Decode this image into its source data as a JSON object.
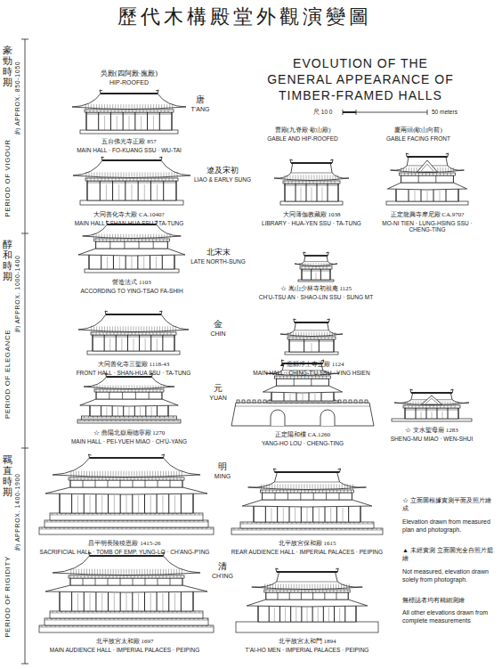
{
  "diagram": {
    "title": "歷代木構殿堂外觀演變圖",
    "labels": [
      "EVOLUTION OF THE GENERAL APPEARANCE OF TIMBER-FRAMED HALLS",
      "吳殿(四阿殿·廡殿)",
      "HIP-ROOFED",
      "唐",
      "T'ANG",
      "五台佛光寺正殿 857",
      "MAIN HALL · FO-KUANG SSU · WU-TAI",
      "曹殿(九脊殿·歇山殿)",
      "GABLE AND HIP-ROOFED",
      "廈兩頭(歇山向前)",
      "GABLE FACING FRONT",
      "尺 10 0",
      "50 meters",
      "遼及宋初",
      "LIAO & EARLY SUNG",
      "大同善化寺大殿 CA.1040?",
      "MAIN HALL · SHAN-HUA SSU · TA-TUNG",
      "大同薄伽教藏殿 1038",
      "LIBRARY · HUA-YEN SSU · TA-TUNG",
      "正定龍興寺摩尼殿 CA.970?",
      "MO-NI TIEN · LUNG-HSING SSU · CHENG-TING",
      "北宋末",
      "LATE NORTH-SUNG",
      "營造法式 1103",
      "ACCORDING TO YING-TSAO FA-SHIH",
      "☆ 嵩山少林寺初祖庵 1125",
      "CH'U-TSU AN · SHAO-LIN SSU · SUNG MT",
      "金",
      "CHIN",
      "大同善化寺三聖殿 1118-43",
      "FRONT HALL · SHAN-HUA SSU · TA-TUNG",
      "▲ 應縣淨土寺正殿 1124",
      "MAIN HALL · CHING-T'U SSU · YING HSIEN",
      "元",
      "YUAN",
      "☆ 曲陽北嶽廟德寧殿 1270",
      "MAIN HALL · PEI-YUEH MIAO · CH'Ü-YANG",
      "正定陽和樓 CA.1260",
      "YANG-HO LOU · CHENG-TING",
      "☆ 文水聖母廟 1283",
      "SHENG-MU MIAO · WEN-SHUI",
      "明",
      "MING",
      "昌平明長陵稜恩殿 1415-26",
      "SACRIFICIAL HALL · TOMB OF EMP. YUNG-LO · CH'ANG-P'ING",
      "北平故宮保和殿 1615",
      "REAR AUDIENCE HALL · IMPERIAL PALACES · PEIPING",
      "清",
      "CH'ING",
      "北平故宮太和殿 1697",
      "MAIN AUDIENCE HALL · IMPERIAL PALACES · PEIPING",
      "北平故宮太和門 1894",
      "T'AI-HO MEN · IMPERIAL PALACES · PEIPING",
      "☆ 立面圖根據實測平面及照片繪成",
      "Elevation drawn from measured plan and photograph.",
      "▲ 未經實測 立面圖完全自照片臆繪",
      "Not measured, elevation drawn solely from photograph.",
      "無標誌者均有精細測繪",
      "All other elevations drawn from complete measurements",
      "豪勁時期",
      "PERIOD OF VIGOUR",
      "約 APPROX. 850-1050",
      "醇和時期",
      "PERIOD OF ELEGANCE",
      "約 APPROX. 1000-1400",
      "羈直時期",
      "PERIOD OF RIGIDITY",
      "約 APPROX. 1400-1900"
    ]
  }
}
